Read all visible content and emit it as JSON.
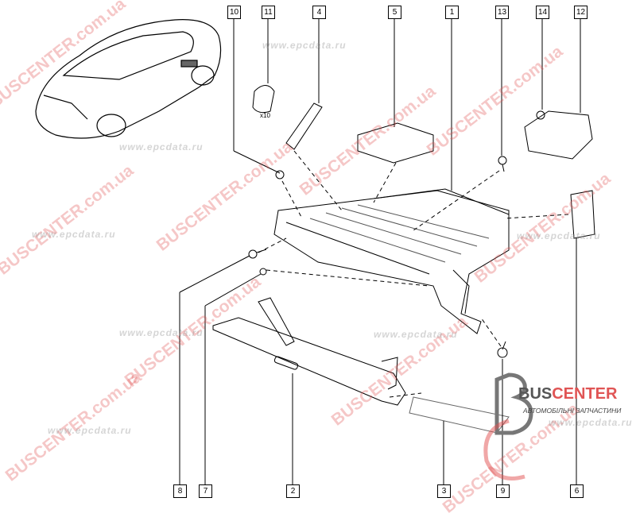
{
  "diagram": {
    "title": "Glove box assembly",
    "callouts_top": [
      "10",
      "11",
      "4",
      "5",
      "1",
      "13",
      "14",
      "12"
    ],
    "callouts_bottom": [
      "8",
      "7",
      "2",
      "3",
      "9",
      "6"
    ],
    "quantity_label": "x10"
  },
  "watermarks": {
    "primary": "BUSCENTER.com.ua",
    "secondary": "www.epcdata.ru"
  },
  "logo": {
    "name_part1": "BUS",
    "name_part2": "CENTER",
    "subtitle": "АВТОМОБІЛЬНІ ЗАПЧАСТИНИ"
  },
  "colors": {
    "watermark": "#e05555",
    "line": "#000000"
  }
}
